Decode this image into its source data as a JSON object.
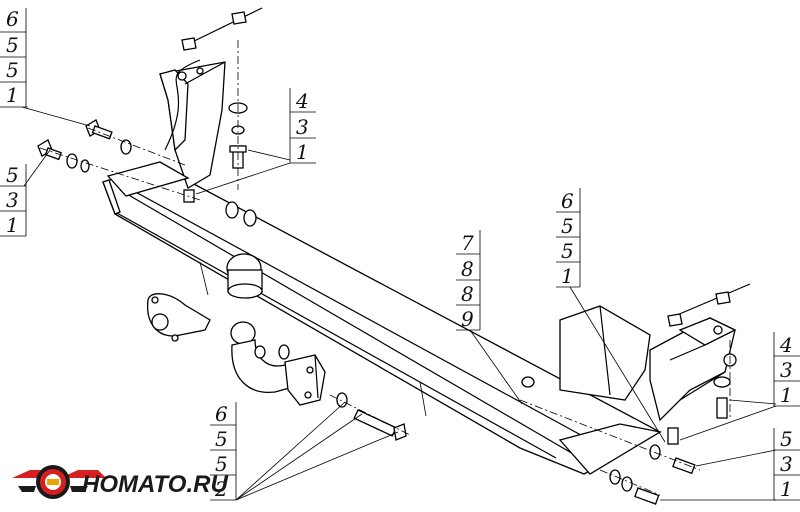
{
  "callouts": {
    "left_top": [
      "6",
      "5",
      "5",
      "1"
    ],
    "left_mid": [
      "5",
      "3",
      "1"
    ],
    "top_center": [
      "4",
      "3",
      "1"
    ],
    "center": [
      "7",
      "8",
      "8",
      "9"
    ],
    "center_right": [
      "6",
      "5",
      "5",
      "1"
    ],
    "right_mid": [
      "4",
      "3",
      "1"
    ],
    "right_bottom": [
      "5",
      "3",
      "1"
    ],
    "bottom_center": [
      "6",
      "5",
      "5",
      "2"
    ]
  },
  "logo": {
    "text": "HOMATO.RU",
    "colors": {
      "red": "#d62020",
      "dark": "#1a1a1a",
      "gold": "#e8a400"
    }
  }
}
